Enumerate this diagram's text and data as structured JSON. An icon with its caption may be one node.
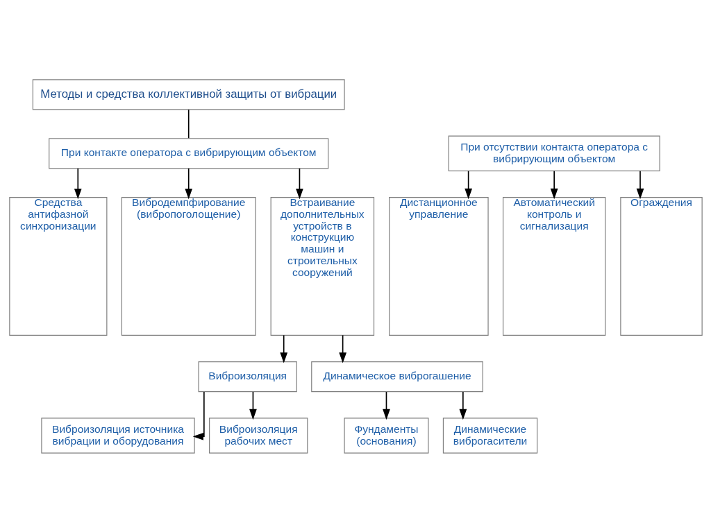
{
  "diagram": {
    "nodes": [
      {
        "text": [
          "Методы и средства коллективной защиты от вибрации"
        ]
      },
      {
        "text": [
          "При контакте оператора с вибрирующим объектом"
        ]
      },
      {
        "text": [
          "При отсутствии контакта оператора с вибрирующим объектом"
        ]
      },
      {
        "text": [
          "Средства антифазной синхронизации"
        ]
      },
      {
        "text": [
          "Вибродемпфирование (вибропоголощение)"
        ]
      },
      {
        "text": [
          "Встраивание дополнительных устройств в конструкцию машин и строительных сооружений"
        ]
      },
      {
        "text": [
          "Дистанционное управление"
        ]
      },
      {
        "text": [
          "Автоматический контроль и сигнализация"
        ]
      },
      {
        "text": [
          "Ограждения"
        ]
      },
      {
        "text": [
          "Виброизоляция"
        ]
      },
      {
        "text": [
          "Динамическое виброгашение"
        ]
      },
      {
        "text": [
          "Виброизоляция источника вибрации и оборудования"
        ]
      },
      {
        "text": [
          "Виброизоляция рабочих мест"
        ]
      },
      {
        "text": [
          "Фундаменты (основания)"
        ]
      },
      {
        "text": [
          "Динамические виброгасители"
        ]
      }
    ],
    "edges": [
      {
        "from": 0,
        "to": 1,
        "arrow": "none"
      },
      {
        "from": 1,
        "to": 3,
        "arrow": "to"
      },
      {
        "from": 1,
        "to": 4,
        "arrow": "to"
      },
      {
        "from": 1,
        "to": 5,
        "arrow": "to"
      },
      {
        "from": 2,
        "to": 6,
        "arrow": "to"
      },
      {
        "from": 2,
        "to": 7,
        "arrow": "to"
      },
      {
        "from": 2,
        "to": 8,
        "arrow": "to"
      },
      {
        "from": 5,
        "to": 9,
        "arrow": "to"
      },
      {
        "from": 5,
        "to": 10,
        "arrow": "to"
      },
      {
        "from": 9,
        "to": 11,
        "arrow": "to"
      },
      {
        "from": 9,
        "to": 12,
        "arrow": "to"
      },
      {
        "from": 10,
        "to": 13,
        "arrow": "to"
      },
      {
        "from": 10,
        "to": 14,
        "arrow": "to"
      }
    ]
  }
}
